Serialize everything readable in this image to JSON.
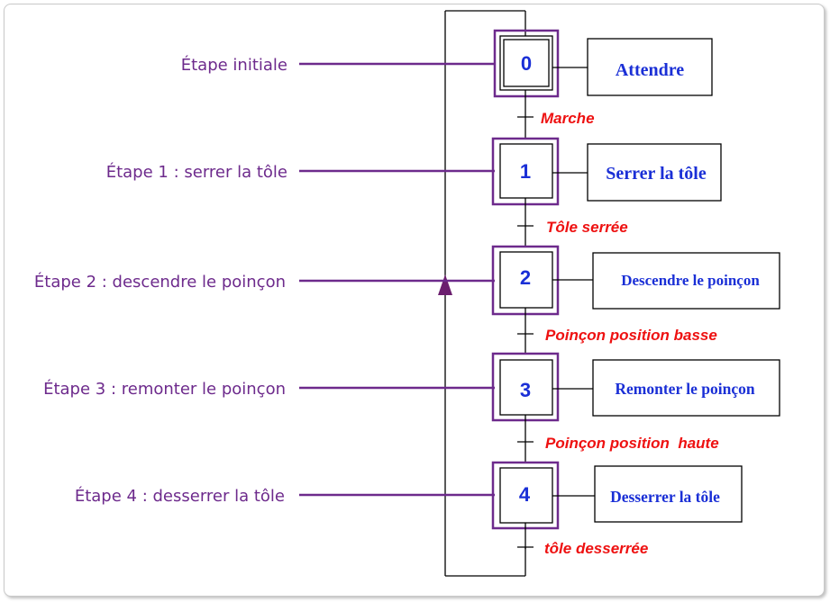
{
  "steps": [
    {
      "num": "0",
      "label": "Étape initiale",
      "action": "Attendre",
      "transition": "Marche",
      "initial": true
    },
    {
      "num": "1",
      "label": "Étape 1 : serrer la tôle",
      "action": "Serrer la tôle",
      "transition": "Tôle serrée",
      "initial": false
    },
    {
      "num": "2",
      "label": "Étape 2 : descendre le poinçon",
      "action": "Descendre le poinçon",
      "transition": "Poinçon position basse",
      "initial": false
    },
    {
      "num": "3",
      "label": "Étape 3 : remonter le poinçon",
      "action": "Remonter le poinçon",
      "transition": "Poinçon position  haute",
      "initial": false
    },
    {
      "num": "4",
      "label": "Étape 4 : desserrer la tôle",
      "action": "Desserrer la tôle",
      "transition": "tôle desserrée",
      "initial": false
    }
  ],
  "colors": {
    "annotation": "#6d2a8c",
    "step_number": "#1a2fd6",
    "transition": "#ee1111",
    "line": "#000000"
  }
}
